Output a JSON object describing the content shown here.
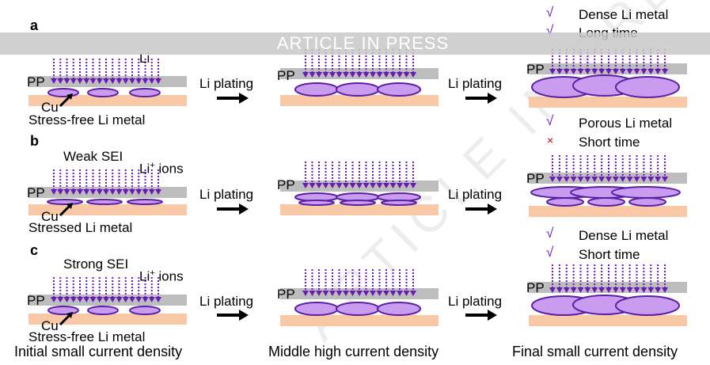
{
  "banner": "ARTICLE IN PRESS",
  "watermark": "ARTICLE IN PRESS",
  "panels": [
    {
      "label": "a",
      "sei": "",
      "condition": "Stress-free Li metal"
    },
    {
      "label": "b",
      "sei": "Weak SEI",
      "condition": "Stressed Li metal"
    },
    {
      "label": "c",
      "sei": "Strong SEI",
      "condition": "Stress-free Li metal"
    }
  ],
  "labels": {
    "li_ions_main": "Li",
    "li_ions_sup": "+",
    "li_ions_tail": " ions",
    "pp": "PP",
    "cu": "Cu",
    "li_plating": "Li plating"
  },
  "outcomes": {
    "a": [
      {
        "symbol": "√",
        "text": "Dense Li metal"
      },
      {
        "symbol": "√",
        "text": "Long time"
      }
    ],
    "b": [
      {
        "symbol": "√",
        "text": "Porous Li metal"
      },
      {
        "symbol": "×",
        "text": "Short time"
      }
    ],
    "c": [
      {
        "symbol": "√",
        "text": "Dense Li metal"
      },
      {
        "symbol": "√",
        "text": "Short time"
      }
    ]
  },
  "captions": {
    "initial": "Initial small current density",
    "middle": "Middle high current density",
    "final": "Final small current density"
  },
  "colors": {
    "separator": "#bdbdbd",
    "copper": "#f9c8a6",
    "li_fill": "#c99cf0",
    "li_edge": "#5b1fa3",
    "arrow": "#6a1ab8",
    "check": "#6a1ab8",
    "cross": "#b00000"
  }
}
